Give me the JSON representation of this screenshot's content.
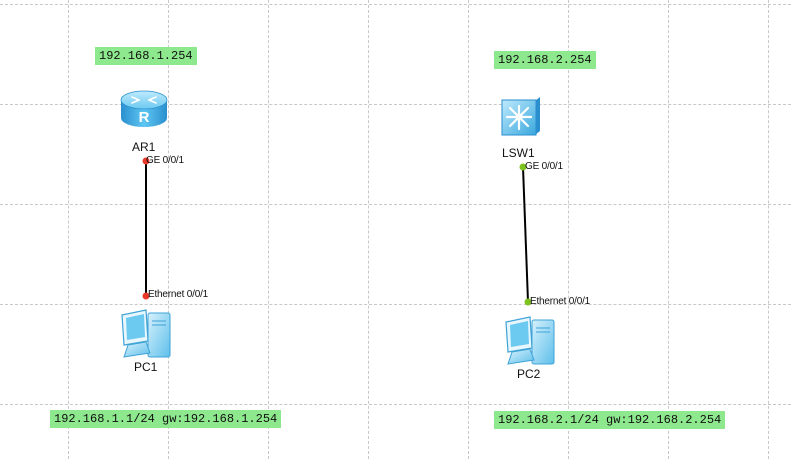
{
  "colors": {
    "background": "#ffffff",
    "grid": "#c8c8c8",
    "ip_label_bg": "#8ee88e",
    "link": "#000000",
    "port_down": "#e8392a",
    "port_up": "#7dc21e",
    "device_blue": "#3fb1e8"
  },
  "topology_left": {
    "gateway_ip_label": "192.168.1.254",
    "router": {
      "name": "AR1",
      "icon": "router-icon",
      "port": "GE 0/0/1",
      "port_status": "down"
    },
    "pc": {
      "name": "PC1",
      "icon": "pc-icon",
      "port": "Ethernet 0/0/1",
      "port_status": "down"
    },
    "pc_ip_label": "192.168.1.1/24 gw:192.168.1.254"
  },
  "topology_right": {
    "gateway_ip_label": "192.168.2.254",
    "switch": {
      "name": "LSW1",
      "icon": "l3-switch-icon",
      "port": "GE 0/0/1",
      "port_status": "up"
    },
    "pc": {
      "name": "PC2",
      "icon": "pc-icon",
      "port": "Ethernet 0/0/1",
      "port_status": "up"
    },
    "pc_ip_label": "192.168.2.1/24 gw:192.168.2.254"
  }
}
